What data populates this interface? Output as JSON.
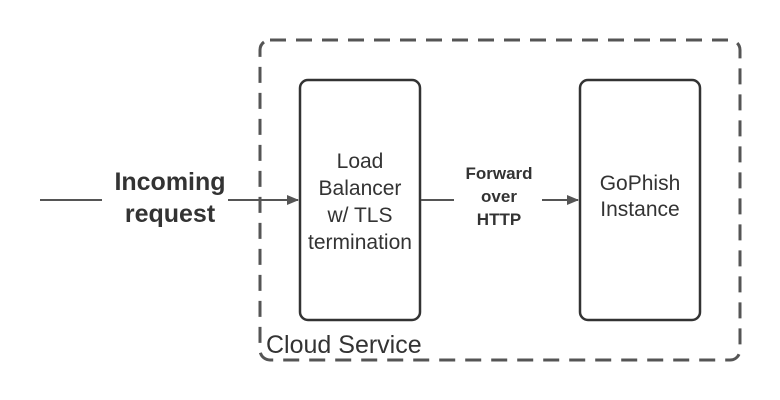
{
  "container": {
    "label": "Cloud Service",
    "border_style": "dashed"
  },
  "incoming": {
    "line1": "Incoming",
    "line2": "request"
  },
  "load_balancer": {
    "line1": "Load",
    "line2": "Balancer",
    "line3": "w/ TLS",
    "line4": "termination"
  },
  "forward": {
    "line1": "Forward",
    "line2": "over",
    "line3": "HTTP"
  },
  "gophish": {
    "line1": "GoPhish",
    "line2": "Instance"
  },
  "colors": {
    "stroke": "#555555",
    "text": "#333333",
    "background": "#ffffff"
  }
}
